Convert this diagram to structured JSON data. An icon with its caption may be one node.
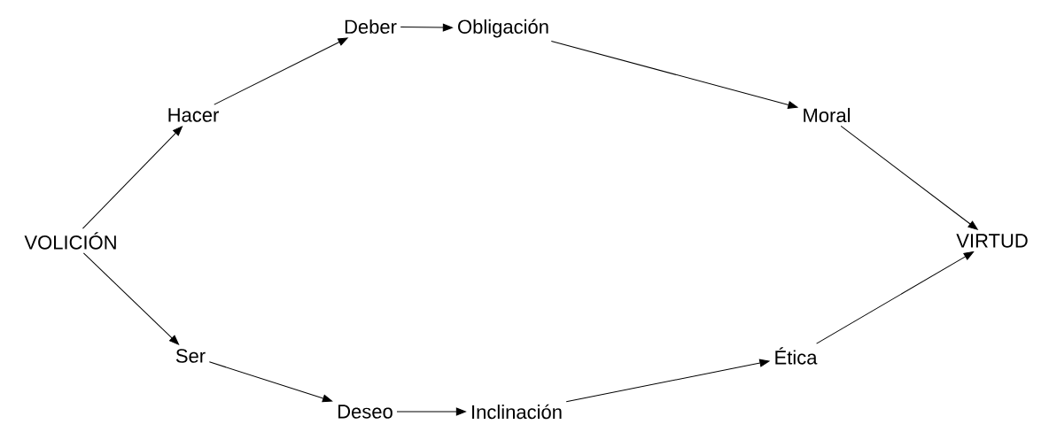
{
  "diagram": {
    "nodes": [
      {
        "text": [
          "VOLICIÓN"
        ]
      },
      {
        "text": [
          "Hacer"
        ]
      },
      {
        "text": [
          "Deber"
        ]
      },
      {
        "text": [
          "Obligación"
        ]
      },
      {
        "text": [
          "Moral"
        ]
      },
      {
        "text": [
          "VIRTUD"
        ]
      },
      {
        "text": [
          "Ser"
        ]
      },
      {
        "text": [
          "Deseo"
        ]
      },
      {
        "text": [
          "Inclinación"
        ]
      },
      {
        "text": [
          "Ética"
        ]
      }
    ],
    "edges": [
      {
        "from": 0,
        "to": 1,
        "arrow": "to"
      },
      {
        "from": 1,
        "to": 2,
        "arrow": "to"
      },
      {
        "from": 2,
        "to": 3,
        "arrow": "to"
      },
      {
        "from": 3,
        "to": 4,
        "arrow": "to"
      },
      {
        "from": 4,
        "to": 5,
        "arrow": "to"
      },
      {
        "from": 0,
        "to": 6,
        "arrow": "to"
      },
      {
        "from": 6,
        "to": 7,
        "arrow": "to"
      },
      {
        "from": 7,
        "to": 8,
        "arrow": "to"
      },
      {
        "from": 8,
        "to": 9,
        "arrow": "to"
      },
      {
        "from": 9,
        "to": 5,
        "arrow": "to"
      }
    ]
  }
}
